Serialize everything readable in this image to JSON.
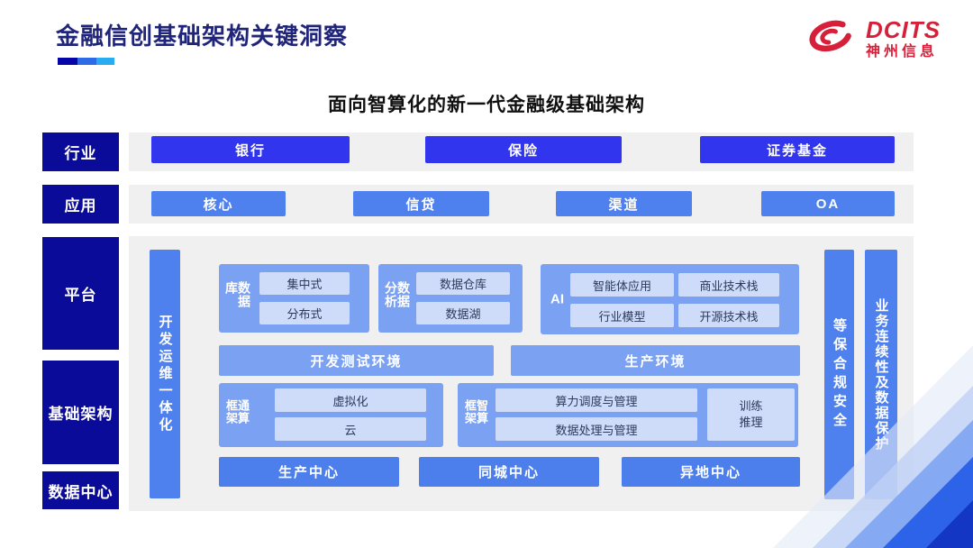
{
  "header": {
    "title": "金融信创基础架构关键洞察",
    "logo": {
      "brand": "DCITS",
      "company": "神州信息"
    }
  },
  "subtitle": "面向智算化的新一代金融级基础架构",
  "rows": {
    "industry": {
      "label": "行业",
      "items": [
        "银行",
        "保险",
        "证券基金"
      ]
    },
    "application": {
      "label": "应用",
      "items": [
        "核心",
        "信贷",
        "渠道",
        "OA"
      ]
    }
  },
  "side_labels": {
    "platform": "平台",
    "infrastructure": "基础架构",
    "datacenter": "数据中心"
  },
  "platform": {
    "left_pillar": "开发运维一体化",
    "right_pillars": [
      "等保合规安全",
      "业务连续性及数据保护"
    ],
    "database": {
      "label": "数据库",
      "items": [
        "集中式",
        "分布式"
      ]
    },
    "analytics": {
      "label": "数据分析",
      "items": [
        "数据仓库",
        "数据湖"
      ]
    },
    "ai": {
      "label": "AI",
      "items": [
        "智能体应用",
        "商业技术栈",
        "行业模型",
        "开源技术栈"
      ]
    },
    "environments": [
      "开发测试环境",
      "生产环境"
    ],
    "common_framework": {
      "label": "通算框架",
      "items": [
        "虚拟化",
        "云"
      ]
    },
    "smart_framework": {
      "label": "智算框架",
      "items": [
        "算力调度与管理",
        "数据处理与管理"
      ],
      "side_item": "训练推理"
    },
    "centers": [
      "生产中心",
      "同城中心",
      "异地中心"
    ]
  },
  "colors": {
    "title_navy": "#20257a",
    "label_navy": "#0b0b9a",
    "industry_button": "#3136ee",
    "application_button": "#4f81ee",
    "pillar_blue": "#4f81ee",
    "block_blue": "#7ba1f2",
    "chip_blue": "#cfdcf9",
    "center_button": "#4c7eec",
    "brand_red": "#d6203a",
    "panel_gray": "#f0f0f1",
    "underline": [
      "#0606a8",
      "#2e6be6",
      "#2aacf0"
    ]
  }
}
